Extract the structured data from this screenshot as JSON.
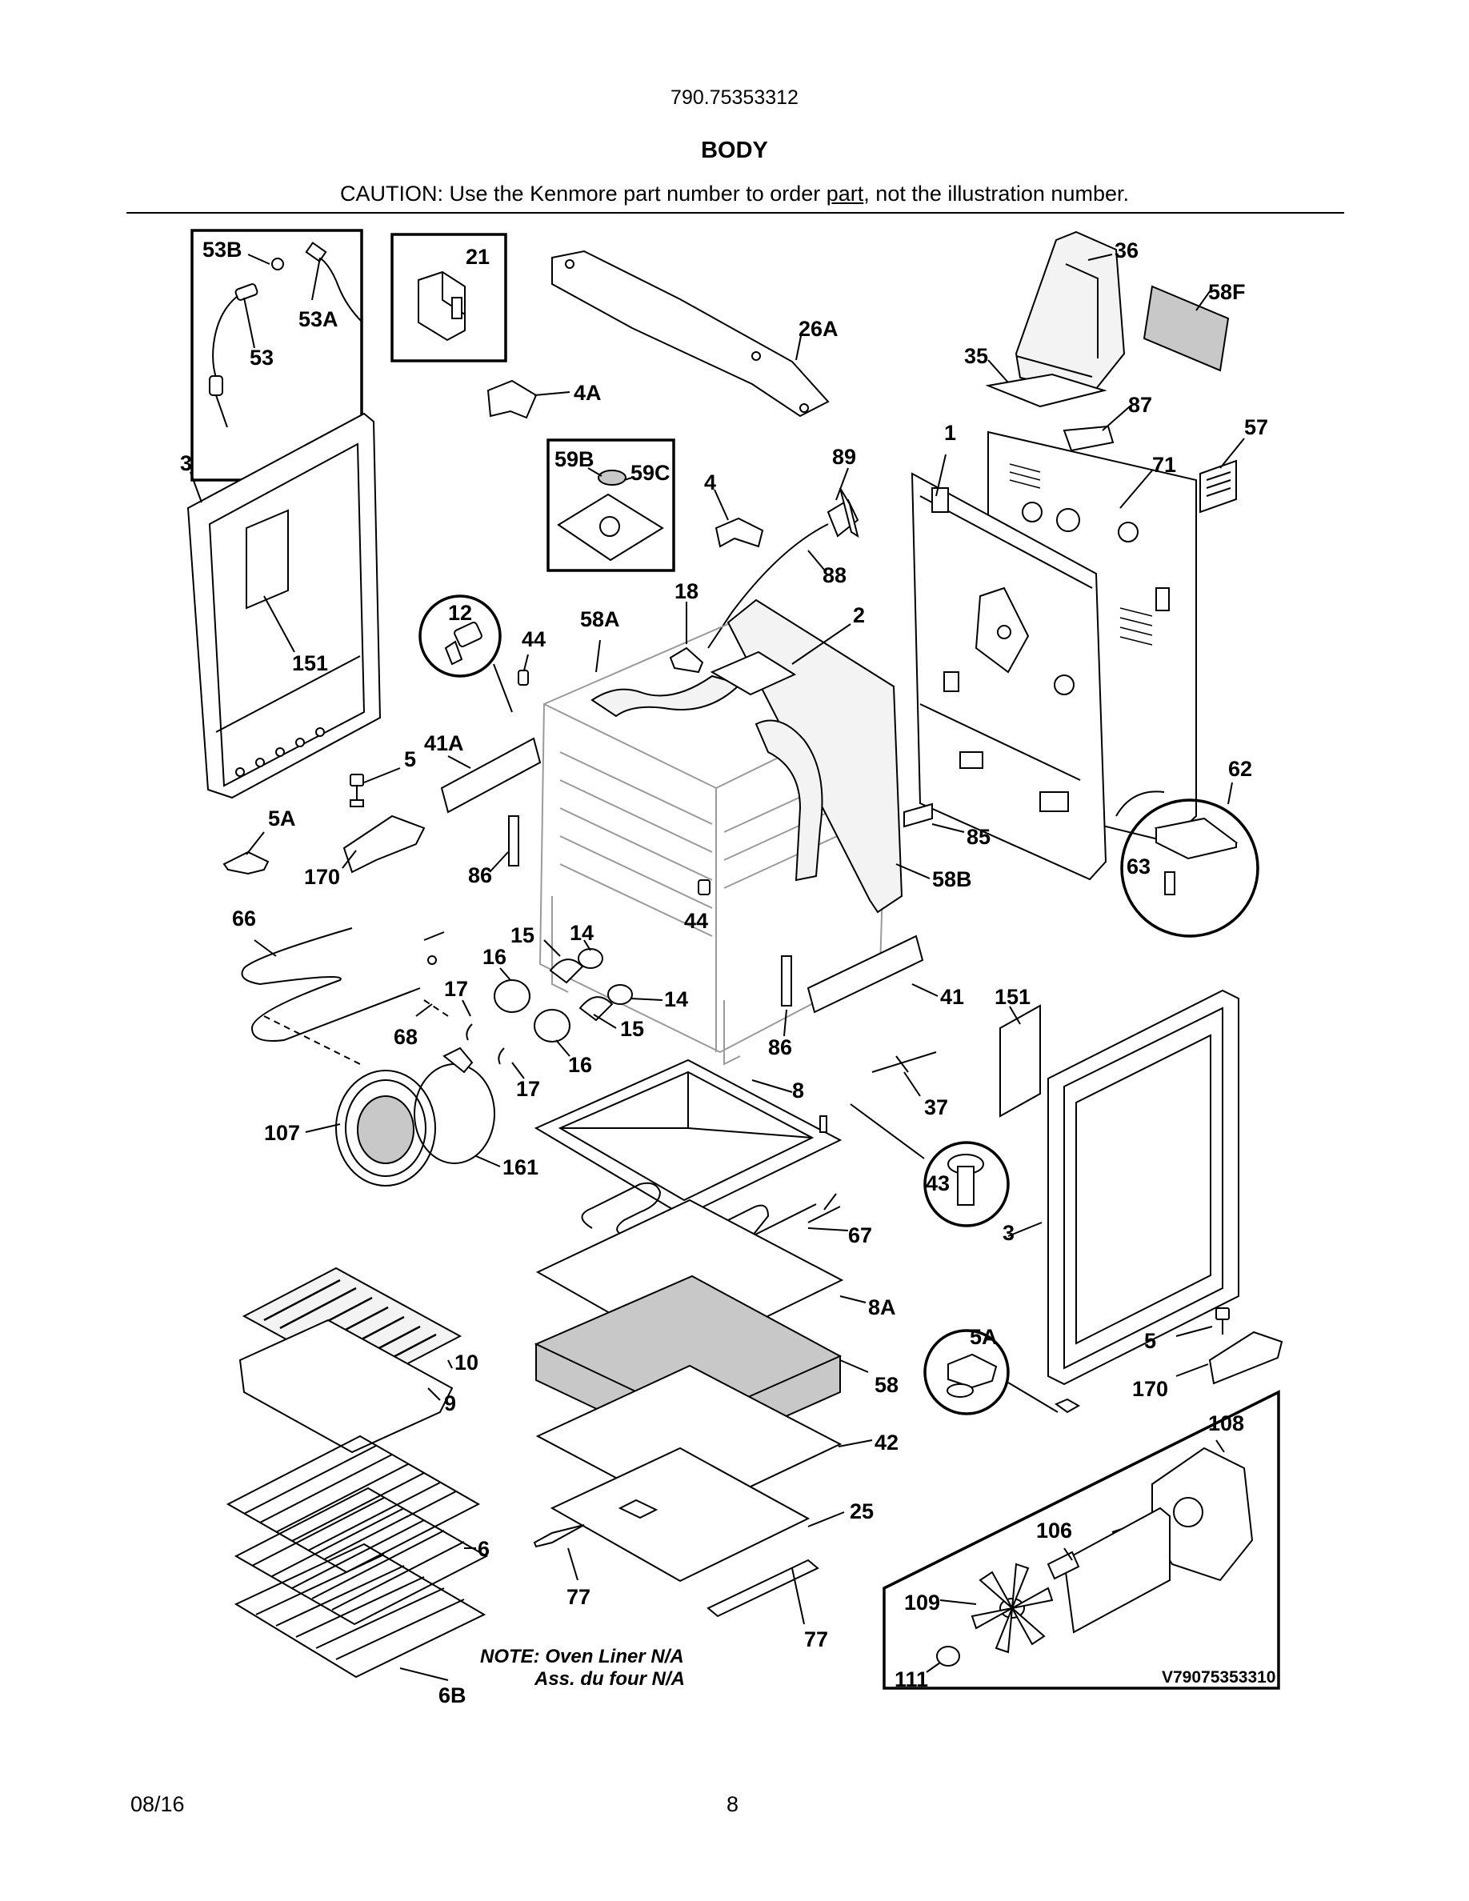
{
  "header": {
    "model_number": "790.75353312",
    "section_title": "BODY",
    "caution_before": "CAUTION: Use the Kenmore part number to order ",
    "caution_link": "part",
    "caution_after": ", not the illustration number."
  },
  "diagram": {
    "reference_code": "V79075353310",
    "note_line1": "NOTE: Oven Liner N/A",
    "note_line2": "Ass. du four N/A",
    "callouts": {
      "c53B": "53B",
      "c53A": "53A",
      "c53": "53",
      "c21": "21",
      "c26A": "26A",
      "c4A": "4A",
      "c36": "36",
      "c58F": "58F",
      "c35": "35",
      "c87": "87",
      "c57": "57",
      "c1": "1",
      "c71": "71",
      "c3a": "3",
      "c59B": "59B",
      "c59C": "59C",
      "c4": "4",
      "c89": "89",
      "c88": "88",
      "c151a": "151",
      "c12": "12",
      "c44a": "44",
      "c58A": "58A",
      "c18": "18",
      "c2": "2",
      "c41A": "41A",
      "c5a": "5",
      "c5Aa": "5A",
      "c170a": "170",
      "c86a": "86",
      "c85": "85",
      "c58B": "58B",
      "c62": "62",
      "c63": "63",
      "c44b": "44",
      "c66": "66",
      "c15a": "15",
      "c14a": "14",
      "c16a": "16",
      "c17a": "17",
      "c14b": "14",
      "c15b": "15",
      "c68": "68",
      "c16b": "16",
      "c17b": "17",
      "c86b": "86",
      "c41": "41",
      "c151b": "151",
      "c37": "37",
      "c107": "107",
      "c161": "161",
      "c8": "8",
      "c43": "43",
      "c3b": "3",
      "c67": "67",
      "c8A": "8A",
      "c10": "10",
      "c9": "9",
      "c58": "58",
      "c5Ab": "5A",
      "c5b": "5",
      "c170b": "170",
      "c42": "42",
      "c108": "108",
      "c25": "25",
      "c106": "106",
      "c6": "6",
      "c77a": "77",
      "c109": "109",
      "c77b": "77",
      "c6B": "6B",
      "c111": "111"
    }
  },
  "footer": {
    "date": "08/16",
    "page_number": "8"
  }
}
